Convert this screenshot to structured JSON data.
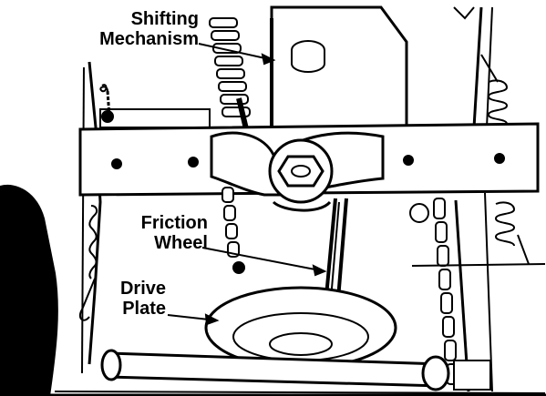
{
  "labels": {
    "shifting": {
      "line1": "Shifting",
      "line2": "Mechanism"
    },
    "friction": {
      "line1": "Friction",
      "line2": "Wheel"
    },
    "drive": {
      "line1": "Drive",
      "line2": "Plate"
    }
  },
  "colors": {
    "ink": "#000000",
    "paper": "#ffffff"
  }
}
